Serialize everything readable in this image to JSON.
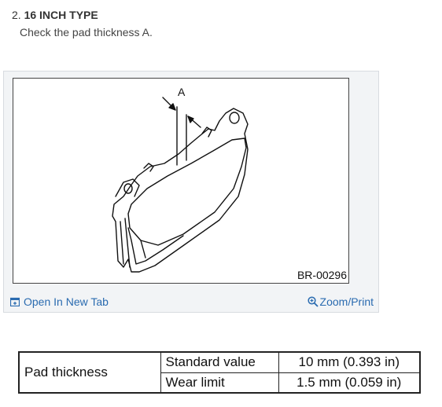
{
  "step": {
    "number": "2.",
    "title": "16 INCH TYPE",
    "instruction": "Check the pad thickness A."
  },
  "figure": {
    "callout_label": "A",
    "figure_code": "BR-00296",
    "open_new_tab_label": "Open In New Tab",
    "zoom_print_label": "Zoom/Print",
    "icons": [
      "open-new-tab-icon",
      "zoom-icon"
    ]
  },
  "spec_table": {
    "row_header": "Pad thickness",
    "rows": [
      {
        "label": "Standard value",
        "value": "10 mm (0.393 in)"
      },
      {
        "label": "Wear limit",
        "value": "1.5 mm (0.059 in)"
      }
    ]
  },
  "colors": {
    "link": "#2a6bb0",
    "card_background": "#f2f4f6"
  }
}
